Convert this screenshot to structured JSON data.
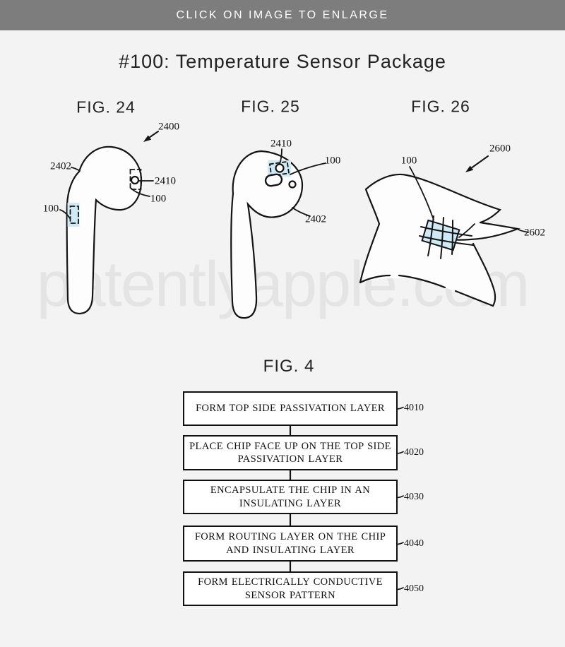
{
  "banner": {
    "label": "CLICK ON IMAGE TO ENLARGE"
  },
  "title": "#100: Temperature Sensor Package",
  "watermark": "patentlyapple.com",
  "colors": {
    "banner_bg": "#7d7d7d",
    "page_bg": "#f3f3f3",
    "highlight_blue": "#cfe9f5",
    "ink": "#1a1a1a",
    "watermark_gray": "#e4e4e4"
  },
  "figures": {
    "fig24": {
      "label": "FIG. 24",
      "ref_device": "2400",
      "ref_housing": "2402",
      "ref_sensor_window": "2410",
      "ref_sensor_head": "100",
      "ref_sensor_stem": "100"
    },
    "fig25": {
      "label": "FIG. 25",
      "ref_sensor_window": "2410",
      "ref_sensor": "100",
      "ref_housing": "2402"
    },
    "fig26": {
      "label": "FIG. 26",
      "ref_fabric_item": "2600",
      "ref_sensor": "100",
      "ref_fabric_corner": "2602"
    },
    "fig4": {
      "label": "FIG. 4"
    }
  },
  "flowchart": {
    "steps": [
      {
        "text": "FORM TOP SIDE PASSIVATION LAYER",
        "ref": "4010"
      },
      {
        "text": "PLACE CHIP FACE UP ON THE TOP SIDE PASSIVATION LAYER",
        "ref": "4020"
      },
      {
        "text": "ENCAPSULATE THE CHIP IN AN INSULATING LAYER",
        "ref": "4030"
      },
      {
        "text": "FORM ROUTING LAYER ON THE CHIP AND INSULATING LAYER",
        "ref": "4040"
      },
      {
        "text": "FORM ELECTRICALLY CONDUCTIVE SENSOR PATTERN",
        "ref": "4050"
      }
    ]
  }
}
